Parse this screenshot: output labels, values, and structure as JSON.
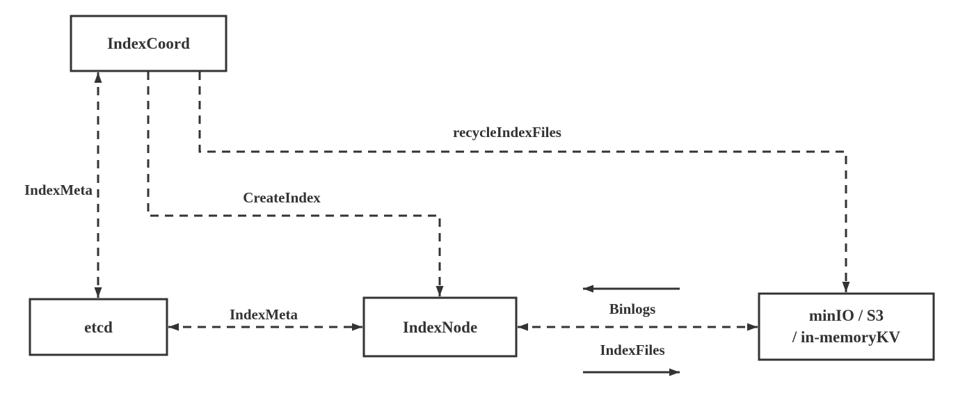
{
  "diagram": {
    "colors": {
      "background": "#ffffff",
      "stroke": "#333333",
      "text": "#333333",
      "node_fill": "#ffffff"
    },
    "nodes": {
      "indexcoord": {
        "label": "IndexCoord"
      },
      "etcd": {
        "label": "etcd"
      },
      "indexnode": {
        "label": "IndexNode"
      },
      "storage": {
        "label_line1": "minIO / S3",
        "label_line2": "/ in-memoryKV"
      }
    },
    "edges": {
      "indexmeta_vertical": {
        "label": "IndexMeta",
        "style": "dashed",
        "direction": "both"
      },
      "createindex": {
        "label": "CreateIndex",
        "style": "dashed",
        "direction": "to-indexnode"
      },
      "recycleindexfiles": {
        "label": "recycleIndexFiles",
        "style": "dashed",
        "direction": "to-storage"
      },
      "indexmeta_horizontal": {
        "label": "IndexMeta",
        "style": "dashed",
        "direction": "both"
      },
      "indexnode_storage": {
        "style": "dashed",
        "direction": "both"
      },
      "binlogs": {
        "label": "Binlogs",
        "style": "solid",
        "direction": "left"
      },
      "indexfiles": {
        "label": "IndexFiles",
        "style": "solid",
        "direction": "right"
      }
    }
  }
}
